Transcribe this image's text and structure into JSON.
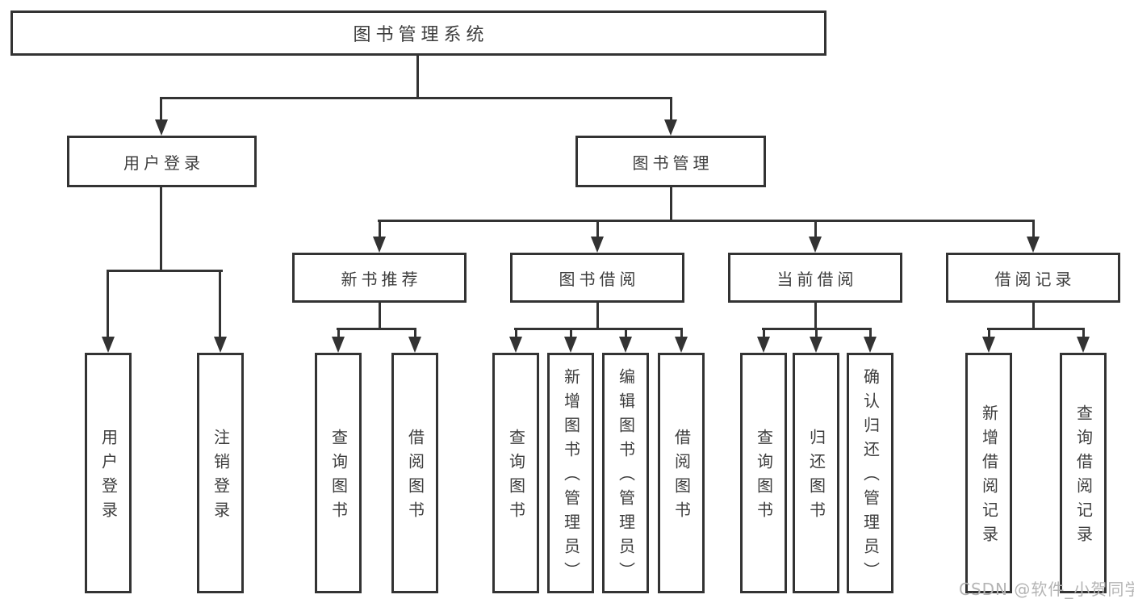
{
  "diagram": {
    "title": "图书管理系统",
    "branches": [
      {
        "label": "用户登录",
        "leaves": [
          "用户登录",
          "注销登录"
        ]
      },
      {
        "label": "图书管理",
        "sections": [
          {
            "label": "新书推荐",
            "leaves": [
              "查询图书",
              "借阅图书"
            ]
          },
          {
            "label": "图书借阅",
            "leaves": [
              "查询图书",
              "新增图书（管理员）",
              "编辑图书（管理员）",
              "借阅图书"
            ]
          },
          {
            "label": "当前借阅",
            "leaves": [
              "查询图书",
              "归还图书",
              "确认归还（管理员）"
            ]
          },
          {
            "label": "借阅记录",
            "leaves": [
              "新增借阅记录",
              "查询借阅记录"
            ]
          }
        ]
      }
    ]
  },
  "watermark": {
    "text": "CSDN @软件_小贺同学",
    "color": "#b4b4b4"
  },
  "colors": {
    "line": "#333333",
    "text": "#3d3d3d",
    "background": "#ffffff"
  }
}
